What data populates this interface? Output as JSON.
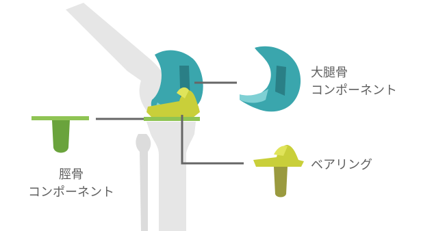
{
  "labels": {
    "femoral_component": {
      "line1": "大腿骨",
      "line2": "コンポーネント"
    },
    "bearing": {
      "line1": "ベアリング"
    },
    "tibial_component": {
      "line1": "脛骨",
      "line2": "コンポーネント"
    }
  },
  "colors": {
    "bone": "#e6e6e6",
    "bone_shadow": "#d4d4d4",
    "femoral_teal": "#3aa6ad",
    "femoral_teal_dark": "#2a7f86",
    "femoral_teal_light": "#7fd0d4",
    "bearing_yellow": "#c9cf3a",
    "bearing_yellow_dark": "#a5a92c",
    "tibial_green": "#6aa33c",
    "tibial_green_light": "#8fc454",
    "stem_olive": "#9a9a3f",
    "leader_line": "#666666",
    "text": "#5f5f5f"
  }
}
